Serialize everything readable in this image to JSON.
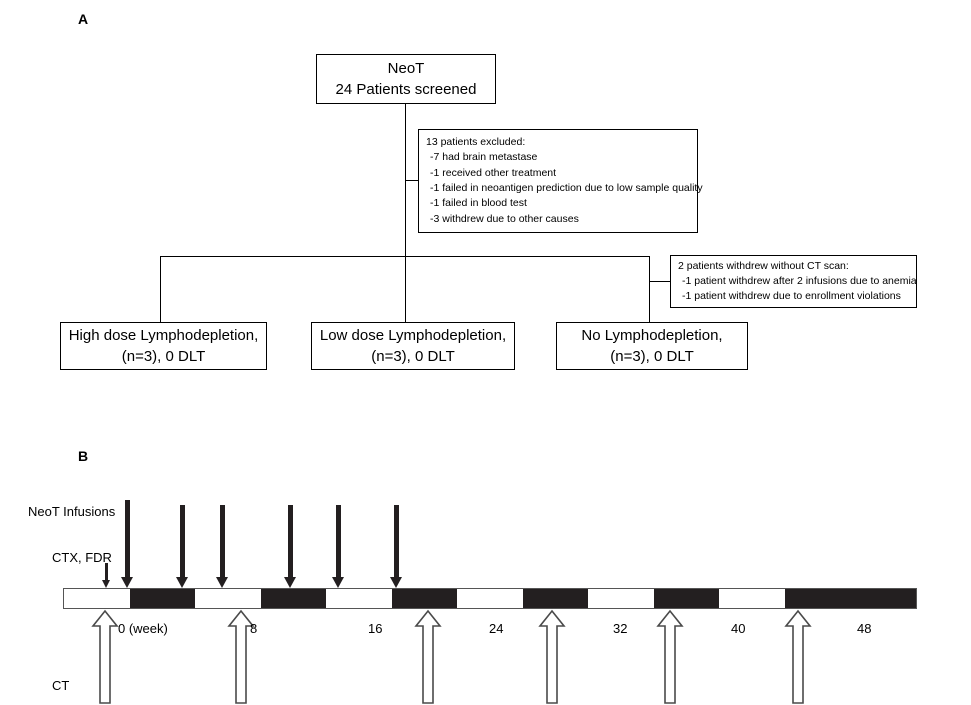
{
  "figure": {
    "panels": [
      {
        "id": "A",
        "label": "A"
      },
      {
        "id": "B",
        "label": "B"
      }
    ]
  },
  "panel_a": {
    "label": "A",
    "screening_box": {
      "lines": [
        "NeoT",
        "24 Patients screened"
      ]
    },
    "exclusion_box": {
      "lines": [
        "13 patients excluded:",
        "-7 had brain metastase",
        "-1 received other treatment",
        "-1 failed in neoantigen prediction due to low sample quality",
        "-1 failed in blood test",
        "-3 withdrew due to other causes"
      ]
    },
    "withdrawal_box": {
      "lines": [
        "2 patients withdrew without CT scan:",
        "-1 patient withdrew after 2 infusions due to anemia",
        "-1 patient withdrew due to enrollment violations"
      ]
    },
    "arms": [
      {
        "name": "high-dose",
        "line1": "High dose Lymphodepletion,",
        "line2": "(n=3), 0 DLT"
      },
      {
        "name": "low-dose",
        "line1": "Low dose Lymphodepletion,",
        "line2": "(n=3), 0 DLT"
      },
      {
        "name": "no-depletion",
        "line1": "No Lymphodepletion,",
        "line2": "(n=3), 0 DLT"
      }
    ]
  },
  "panel_b": {
    "label": "B",
    "row_labels": {
      "infusions": "NeoT Infusions",
      "conditioning": "CTX, FDR",
      "imaging": "CT"
    },
    "axis": {
      "unit_label": "0 (week)",
      "ticks": [
        "0 (week)",
        "8",
        "16",
        "24",
        "32",
        "40",
        "48"
      ],
      "tick_weeks": [
        0,
        8,
        16,
        24,
        32,
        40,
        48
      ],
      "segment_count": 13,
      "segment_pattern": [
        "white",
        "black",
        "white",
        "black",
        "white",
        "black",
        "white",
        "black",
        "white",
        "black",
        "white",
        "black",
        "black"
      ]
    },
    "infusion_arrows_weeks": [
      0,
      4,
      7,
      12,
      16,
      20
    ],
    "ct_arrows_weeks": [
      -1,
      9,
      22,
      32,
      41,
      51
    ],
    "colors": {
      "ink": "#231f20",
      "background": "#ffffff",
      "bar_border": "#555555"
    }
  }
}
